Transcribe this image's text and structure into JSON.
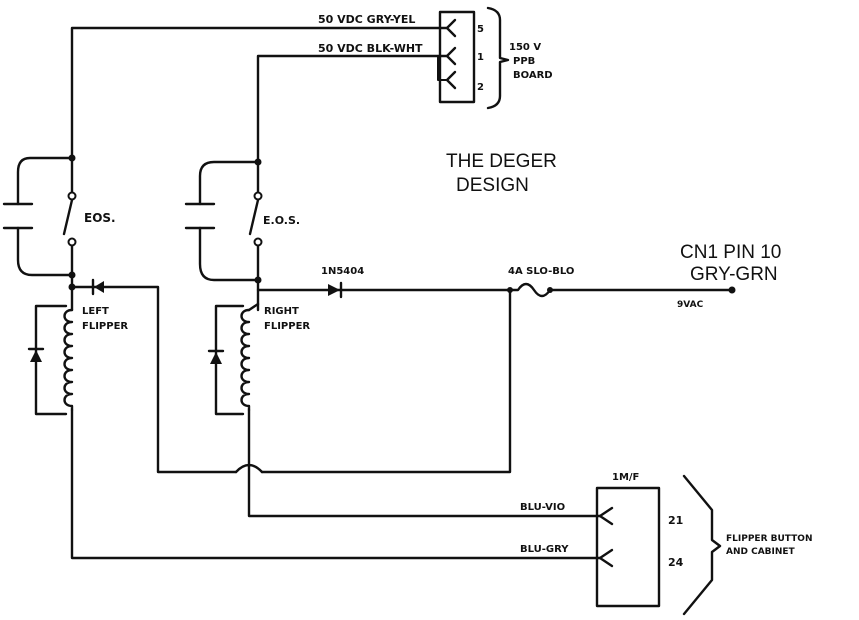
{
  "title": {
    "line1": "THE DEGER",
    "line2": "DESIGN"
  },
  "supply_connector": {
    "wire_top": "50 VDC GRY-YEL",
    "wire_second": "50 VDC BLK-WHT",
    "pins": [
      "5",
      "1",
      "2"
    ],
    "board_label": [
      "150 V",
      "PPB",
      "BOARD"
    ]
  },
  "left_flipper": {
    "switch_label": "EOS.",
    "coil_label": [
      "LEFT",
      "FLIPPER"
    ]
  },
  "right_flipper": {
    "switch_label": "E.O.S.",
    "coil_label": [
      "RIGHT",
      "FLIPPER"
    ]
  },
  "diode_label": "1N5404",
  "fuse_label": "4A SLO-BLO",
  "input": {
    "label": [
      "CN1 PIN 10",
      "GRY-GRN"
    ],
    "voltage": "9VAC"
  },
  "cabinet_connector": {
    "header": "1M/F",
    "wires": [
      "BLU-VIO",
      "BLU-GRY"
    ],
    "pins": [
      "21",
      "24"
    ],
    "group_label": [
      "FLIPPER BUTTON",
      "AND CABINET"
    ]
  }
}
